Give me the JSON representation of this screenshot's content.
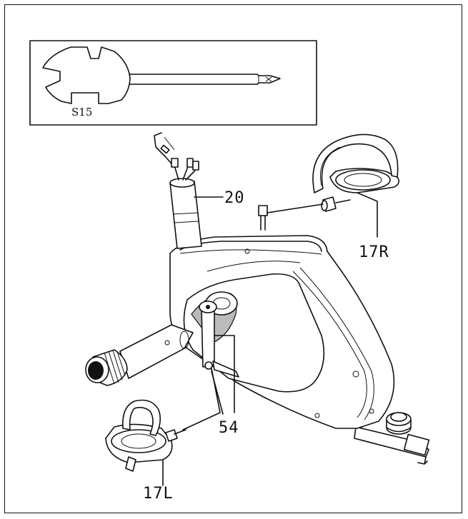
{
  "tool": {
    "label": "S15",
    "icon": "wrench-screwdriver-icon"
  },
  "callouts": {
    "seat_post": "20",
    "right_pedal": "17R",
    "crank_arm": "54",
    "left_pedal": "17L"
  }
}
